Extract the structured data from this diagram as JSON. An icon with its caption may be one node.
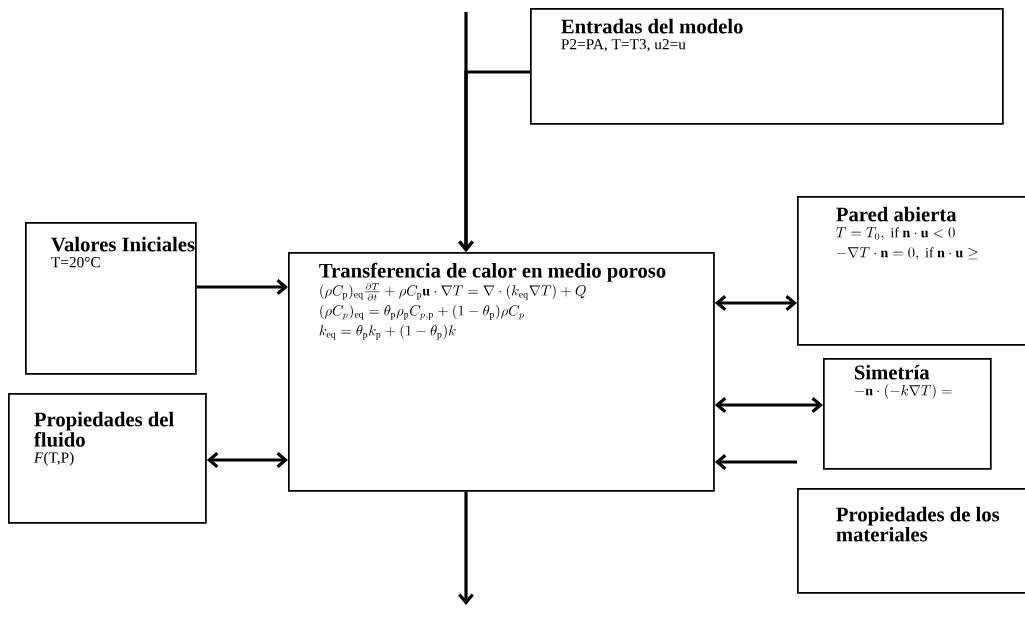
{
  "diagram": {
    "nodes": [
      {
        "text": [
          "Entradas del modelo",
          "P2=PA, T=T3, u2=u"
        ]
      },
      {
        "text": [
          "Valores Iniciales",
          "T=20°C"
        ]
      },
      {
        "text": [
          "Transferencia de calor en medio poroso",
          "(\\rho C_\\mathrm{p})_\\mathrm{eq}\\frac{\\partial T}{\\partial t}+\\rho C_\\mathrm{p}\\mathbf{u}\\cdot\\nabla T=\\nabla\\cdot(k_\\mathrm{eq}\\nabla T)+Q",
          "(\\rho C_p)_\\mathrm{eq}=\\theta_\\mathrm{p}\\rho_\\mathrm{p}C_{p,\\mathrm{p}}+(1-\\theta_\\mathrm{p})\\rho C_p",
          "k_\\mathrm{eq}=\\theta_\\mathrm{p}k_\\mathrm{p}+(1-\\theta_\\mathrm{p})k"
        ]
      },
      {
        "text": [
          "Pared abierta",
          "T=T_0,\\ \\text{if}\\ \\mathbf{n}\\cdot\\mathbf{u}<0",
          "-\\nabla T\\cdot\\mathbf{n}=0,\\ \\text{if}\\ \\mathbf{n}\\cdot\\mathbf{u}\\geq"
        ]
      },
      {
        "text": [
          "Propiedades del fluido",
          "*F*(T,P)"
        ]
      },
      {
        "text": [
          "Simetría",
          "-\\mathbf{n}\\cdot(-k\\nabla T)="
        ]
      },
      {
        "text": [
          "Propiedades de los materiales"
        ]
      }
    ],
    "edges": [
      {
        "from": null,
        "to": 2,
        "arrow": "to"
      },
      {
        "from": 0,
        "to": 2,
        "arrow": "to"
      },
      {
        "from": 1,
        "to": 2,
        "arrow": "to"
      },
      {
        "from": 4,
        "to": 2,
        "arrow": "both"
      },
      {
        "from": 2,
        "to": 3,
        "arrow": "both"
      },
      {
        "from": 2,
        "to": 5,
        "arrow": "both"
      },
      {
        "from": 6,
        "to": 2,
        "arrow": "to"
      },
      {
        "from": 2,
        "to": null,
        "arrow": "to"
      }
    ]
  }
}
